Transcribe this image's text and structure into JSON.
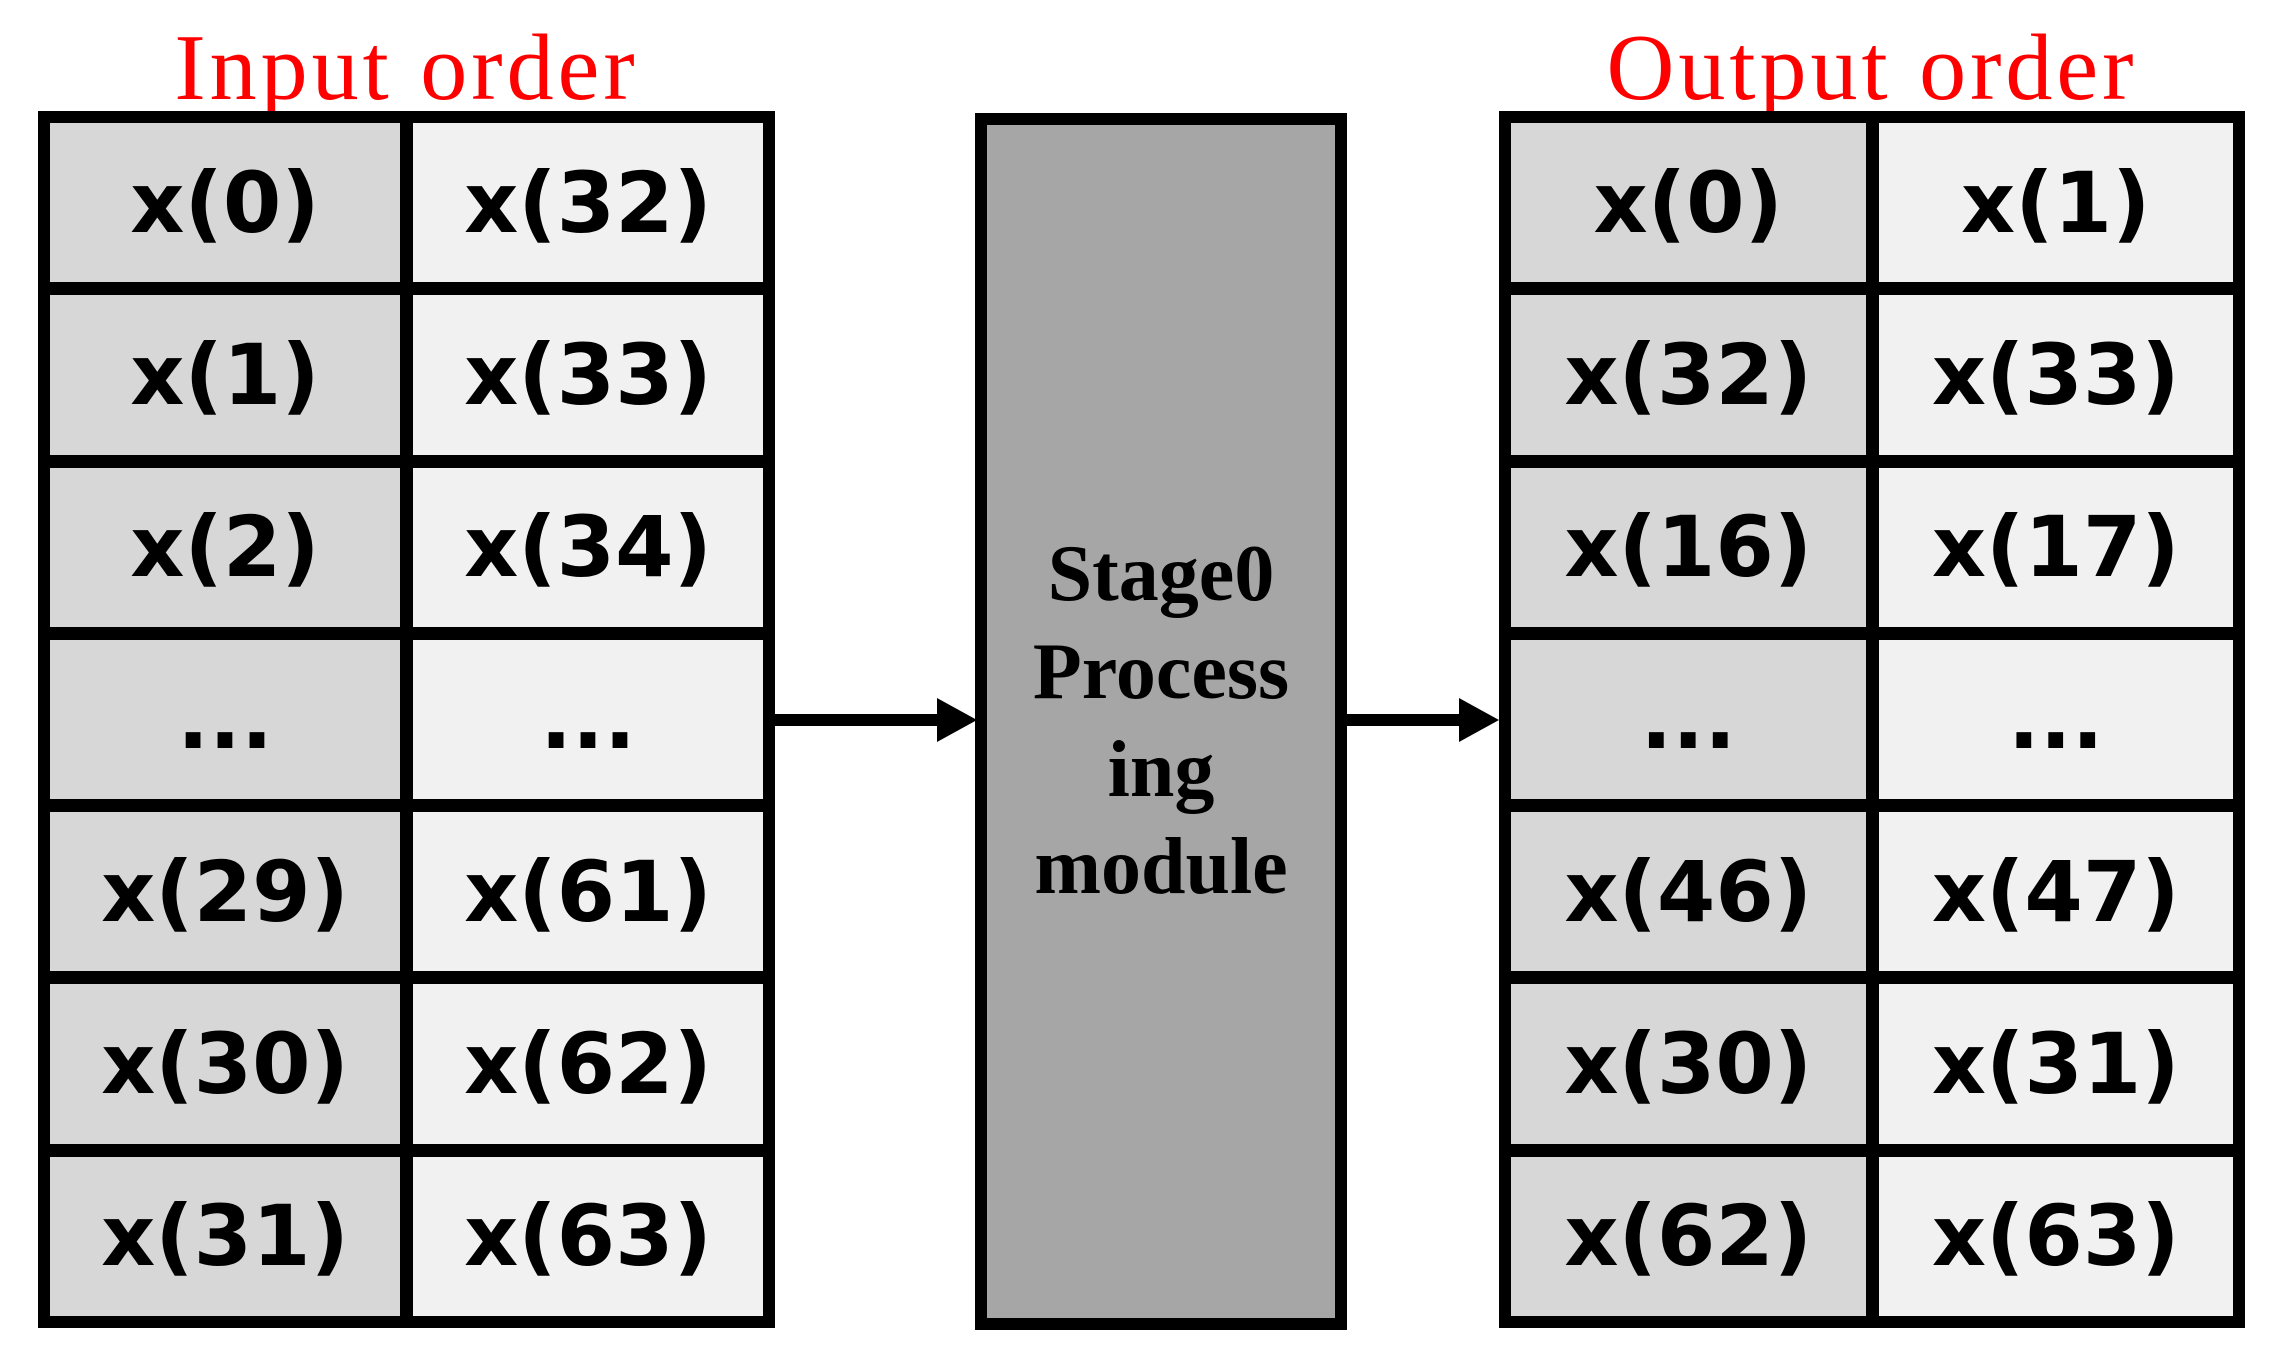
{
  "titles": {
    "input": "Input order",
    "output": "Output order"
  },
  "module": {
    "lines": [
      "Stage0",
      "Process",
      "ing",
      "module"
    ]
  },
  "input_table": {
    "rows": [
      [
        "x(0)",
        "x(32)"
      ],
      [
        "x(1)",
        "x(33)"
      ],
      [
        "x(2)",
        "x(34)"
      ],
      [
        "...",
        "..."
      ],
      [
        "x(29)",
        "x(61)"
      ],
      [
        "x(30)",
        "x(62)"
      ],
      [
        "x(31)",
        "x(63)"
      ]
    ]
  },
  "output_table": {
    "rows": [
      [
        "x(0)",
        "x(1)"
      ],
      [
        "x(32)",
        "x(33)"
      ],
      [
        "x(16)",
        "x(17)"
      ],
      [
        "...",
        "..."
      ],
      [
        "x(46)",
        "x(47)"
      ],
      [
        "x(30)",
        "x(31)"
      ],
      [
        "x(62)",
        "x(63)"
      ]
    ]
  },
  "colors": {
    "title_red": "#ff0000",
    "column1_fill": "#d7d7d7",
    "column2_fill": "#f1f1f1",
    "module_fill": "#a6a6a6",
    "border_black": "#000000"
  }
}
